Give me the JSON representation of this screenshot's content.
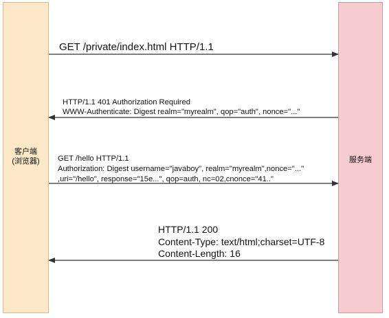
{
  "participants": {
    "client": {
      "name": "客户端",
      "subtitle": "(浏览器)"
    },
    "server": {
      "name": "服务端"
    }
  },
  "messages": [
    {
      "direction": "client-to-server",
      "lines": [
        "GET /private/index.html HTTP/1.1"
      ]
    },
    {
      "direction": "server-to-client",
      "lines": [
        "HTTP/1.1 401 Authorization Required",
        "WWW-Authenticate: Digest realm=\"myrealm\", qop=\"auth\", nonce=\"...\""
      ]
    },
    {
      "direction": "client-to-server",
      "lines": [
        "GET /hello HTTP/1.1",
        "Authorization: Digest username=\"javaboy\", realm=\"myrealm\",nonce=\"...\"",
        ",uri=\"/hello\", response=\"15e...\", qop=auth, nc=02,cnonce=\"41..\""
      ]
    },
    {
      "direction": "server-to-client",
      "lines": [
        "HTTP/1.1 200",
        "Content-Type: text/html;charset=UTF-8",
        "Content-Length: 16"
      ]
    }
  ],
  "colors": {
    "client_lane": "#fde7c9",
    "server_lane": "#f7ccd0",
    "arrow": "#333333"
  }
}
